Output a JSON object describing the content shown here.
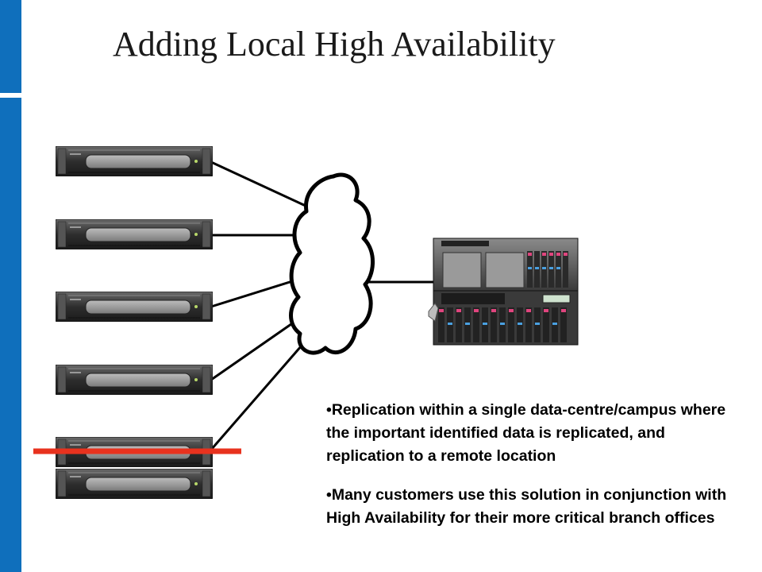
{
  "slide": {
    "title": "Adding Local High Availability",
    "bullets": [
      "•Replication within a single data-centre/campus where the important identified data is replicated, and replication to a remote location",
      "•Many customers use this solution in conjunction with High Availability for their more critical branch offices"
    ]
  },
  "colors": {
    "accent_bar": "#0f6fbc",
    "highlight_line": "#e8321e",
    "link": "#000000"
  },
  "icons": [
    "rack-server-icon",
    "network-cloud-icon",
    "storage-array-icon"
  ]
}
